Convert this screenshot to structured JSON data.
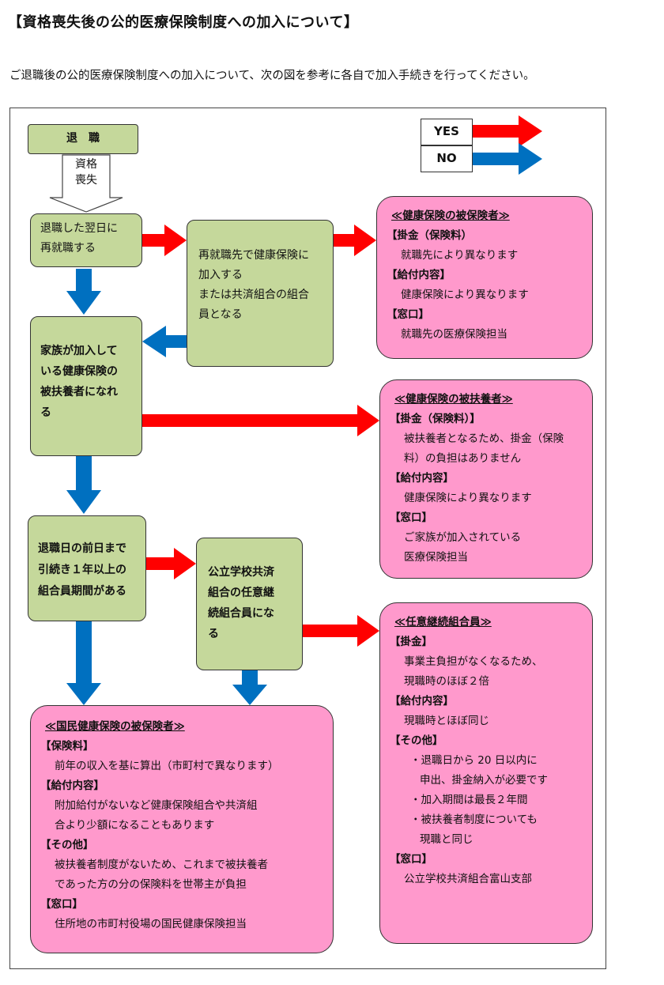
{
  "title": "【資格喪失後の公的医療保険制度への加入について】",
  "intro": "ご退職後の公的医療保険制度への加入について、次の図を参考に各自で加入手続きを行ってください。",
  "legend": {
    "yes": "YES",
    "no": "NO",
    "yes_color": "#ff0000",
    "no_color": "#0070c0"
  },
  "nodes": {
    "retire": "退職",
    "shikaku_lines": [
      "資格",
      "喪失"
    ],
    "reemploy": [
      "退職した翌日に",
      "再就職する"
    ],
    "reemploy_health": [
      "再就職先で健康保険に",
      "加入する",
      "または共済組合の組合",
      "員となる"
    ],
    "family": [
      "家族が加入して",
      "いる健康保険の",
      "被扶養者になれ",
      "る"
    ],
    "member_period": [
      "退職日の前日まで",
      "引続き１年以上の",
      "組合員期間がある"
    ],
    "voluntary": [
      "公立学校共済",
      "組合の任意継",
      "続組合員にな",
      "る"
    ]
  },
  "results": {
    "insured": {
      "heading": "≪健康保険の被保険者≫",
      "items": [
        {
          "label": "【掛金（保険料）",
          "lines": [
            "就職先により異なります"
          ]
        },
        {
          "label": "【給付内容】",
          "lines": [
            "健康保険により異なります"
          ]
        },
        {
          "label": "【窓口】",
          "lines": [
            "就職先の医療保険担当"
          ]
        }
      ]
    },
    "dependent": {
      "heading": "≪健康保険の被扶養者≫",
      "items": [
        {
          "label": "【掛金（保険料）】",
          "lines": [
            "被扶養者となるため、掛金（保険",
            "料）の負担はありません"
          ]
        },
        {
          "label": "【給付内容】",
          "lines": [
            "健康保険により異なります"
          ]
        },
        {
          "label": "【窓口】",
          "lines": [
            "ご家族が加入されている",
            "医療保険担当"
          ]
        }
      ]
    },
    "voluntary_member": {
      "heading": "≪任意継続組合員≫",
      "items": [
        {
          "label": "【掛金】",
          "lines": [
            "事業主負担がなくなるため、",
            "現職時のほぼ２倍"
          ]
        },
        {
          "label": "【給付内容】",
          "lines": [
            "現職時とほぼ同じ"
          ]
        },
        {
          "label": "【その他】",
          "bullets": [
            {
              "first": "・退職日から 20 日以内に",
              "cont": "申出、掛金納入が必要です"
            },
            {
              "first": "・加入期間は最長２年間",
              "cont": ""
            },
            {
              "first": "・被扶養者制度についても",
              "cont": "現職と同じ"
            }
          ]
        },
        {
          "label": "【窓口】",
          "lines": [
            "公立学校共済組合富山支部"
          ]
        }
      ]
    },
    "national": {
      "heading": "≪国民健康保険の被保険者≫",
      "items": [
        {
          "label": "【保険料】",
          "lines": [
            "前年の収入を基に算出（市町村で異なります）"
          ]
        },
        {
          "label": "【給付内容】",
          "lines": [
            "附加給付がないなど健康保険組合や共済組",
            "合より少額になることもあります"
          ]
        },
        {
          "label": "【その他】",
          "lines": [
            "被扶養者制度がないため、これまで被扶養者",
            "であった方の分の保険料を世帯主が負担"
          ]
        },
        {
          "label": "【窓口】",
          "lines": [
            "住所地の市町村役場の国民健康保険担当"
          ]
        }
      ]
    }
  }
}
